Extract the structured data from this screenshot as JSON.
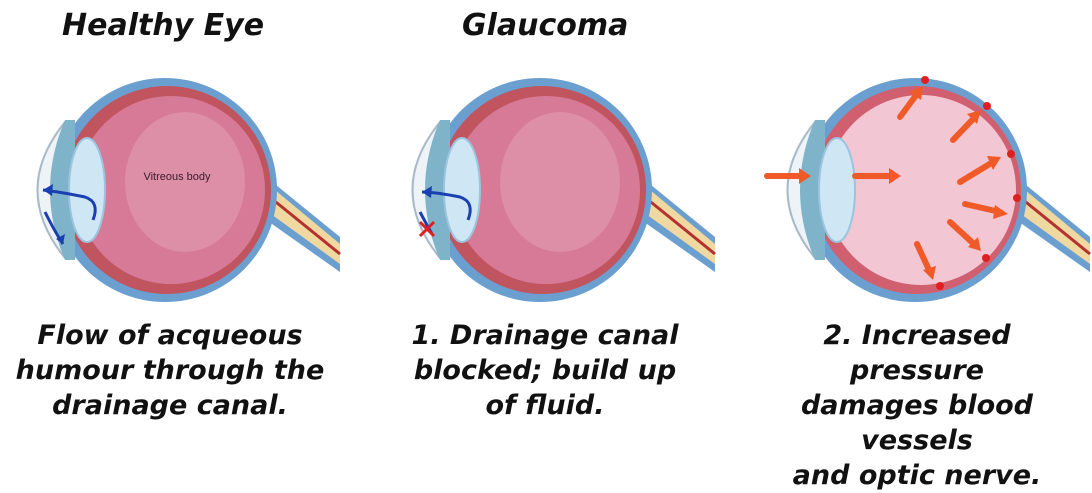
{
  "panels": [
    {
      "heading": "Healthy Eye",
      "label": "Vitreous body",
      "caption_lines": [
        "Flow of acqueous",
        "humour through the",
        "drainage canal."
      ]
    },
    {
      "heading": "Glaucoma",
      "caption_lines": [
        "1. Drainage canal",
        "blocked; build up",
        "of fluid."
      ]
    },
    {
      "heading": "",
      "caption_lines": [
        "2. Increased pressure",
        "damages blood vessels",
        "and optic nerve."
      ]
    }
  ],
  "colors": {
    "sclera": "#5a8fc4",
    "choroid": "#c0555f",
    "vitreous": "#d97a9a",
    "optic_nerve": "#efd9a0",
    "flow_arrow": "#1a3fb0",
    "pressure_arrow": "#f05a28",
    "rupture_point": "#e02020"
  },
  "icons": [
    "flow-arrow-icon",
    "blocked-flow-icon",
    "pressure-arrow-icon"
  ]
}
